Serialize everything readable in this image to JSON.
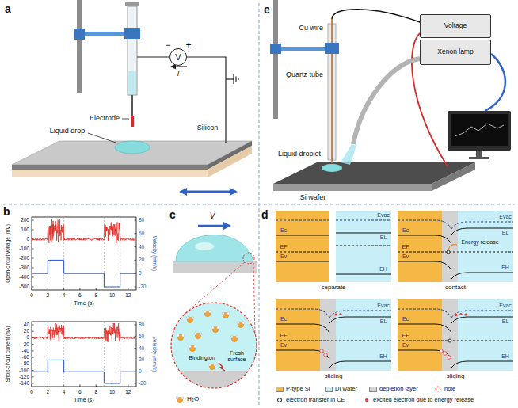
{
  "diagram": {
    "nodes": [
      {
        "text": [
          "V"
        ]
      },
      {
        "text": [
          "Voltage"
        ]
      },
      {
        "text": [
          "Xenon lamp"
        ]
      },
      {
        "text": [
          "separate",
          "Evac",
          "Ec",
          "EF",
          "Ev",
          "EL",
          "EH"
        ]
      },
      {
        "text": [
          "contact",
          "Evac",
          "Ec",
          "EF",
          "Ev",
          "EL",
          "EH",
          "Energy release"
        ]
      },
      {
        "text": [
          "sliding",
          "Evac",
          "Ec",
          "EF",
          "Ev",
          "EL",
          "EH"
        ]
      },
      {
        "text": [
          "sliding",
          "Evac",
          "Ec",
          "EF",
          "Ev",
          "EL",
          "EH"
        ]
      }
    ],
    "labels": [
      "a",
      "b",
      "c",
      "d",
      "e",
      "Electrode",
      "Liquid drop",
      "Silicon",
      "−",
      "+",
      "I",
      "Open-circuit voltage (mV)",
      "Velocity (mm/s)",
      "Time (s)",
      "200",
      "100",
      "0",
      "-100",
      "-200",
      "-300",
      "-400",
      "-500",
      "80",
      "60",
      "40",
      "20",
      "0",
      "-20",
      "0",
      "2",
      "4",
      "6",
      "8",
      "10",
      "12",
      "Short-circuit current (nA)",
      "Velocity (mm/s)",
      "Time (s)",
      "40",
      "20",
      "0",
      "-20",
      "-40",
      "-60",
      "-80",
      "-100",
      "-120",
      "-140",
      "80",
      "60",
      "40",
      "20",
      "0",
      "-20",
      "0",
      "2",
      "4",
      "6",
      "8",
      "10",
      "12",
      "V",
      "Bindington",
      "Fresh surface",
      "H₂O",
      "Cu wire",
      "Quartz tube",
      "Liquid droplet",
      "Si wafer"
    ],
    "legend": [
      {
        "text": "P-type Si",
        "color": "#f6b844"
      },
      {
        "text": "DI water",
        "color": "#c8eef7"
      },
      {
        "text": "depletion layer",
        "color": "#d3d3d3"
      },
      {
        "text": "hole"
      },
      {
        "text": "electron transfer in CE"
      },
      {
        "text": "excited electron due to energy release"
      }
    ]
  }
}
